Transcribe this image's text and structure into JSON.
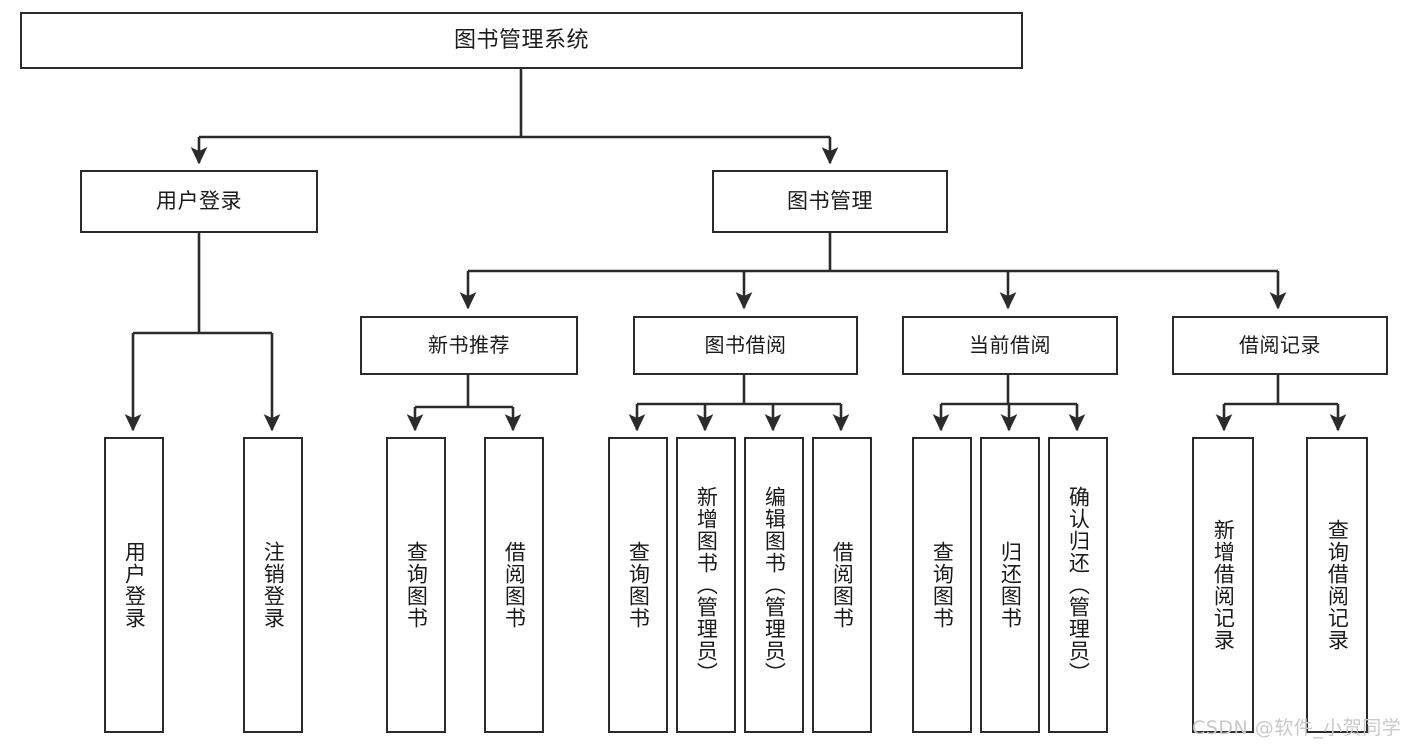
{
  "diagram": {
    "title": "图书管理系统",
    "type": "functional-structure-tree",
    "watermark": "CSDN @软件_小贺同学",
    "colors": {
      "stroke": "#2b2b2b",
      "box_fill": "#ffffff",
      "text": "#1b1b1b",
      "watermark": "#c9c9c9",
      "background": "#ffffff"
    },
    "root": {
      "label": "图书管理系统"
    },
    "level2": [
      {
        "label": "用户登录"
      },
      {
        "label": "图书管理"
      }
    ],
    "level3": [
      {
        "label": "新书推荐"
      },
      {
        "label": "图书借阅"
      },
      {
        "label": "当前借阅"
      },
      {
        "label": "借阅记录"
      }
    ],
    "leaves": {
      "user_login": [
        {
          "label": "用户登录"
        },
        {
          "label": "注销登录"
        }
      ],
      "new_book": [
        {
          "label": "查询图书"
        },
        {
          "label": "借阅图书"
        }
      ],
      "book_borrow": [
        {
          "label": "查询图书"
        },
        {
          "label": "新增图书（管理员）"
        },
        {
          "label": "编辑图书（管理员）"
        },
        {
          "label": "借阅图书"
        }
      ],
      "current_borrow": [
        {
          "label": "查询图书"
        },
        {
          "label": "归还图书"
        },
        {
          "label": "确认归还（管理员）"
        }
      ],
      "borrow_record": [
        {
          "label": "新增借阅记录"
        },
        {
          "label": "查询借阅记录"
        }
      ]
    }
  }
}
